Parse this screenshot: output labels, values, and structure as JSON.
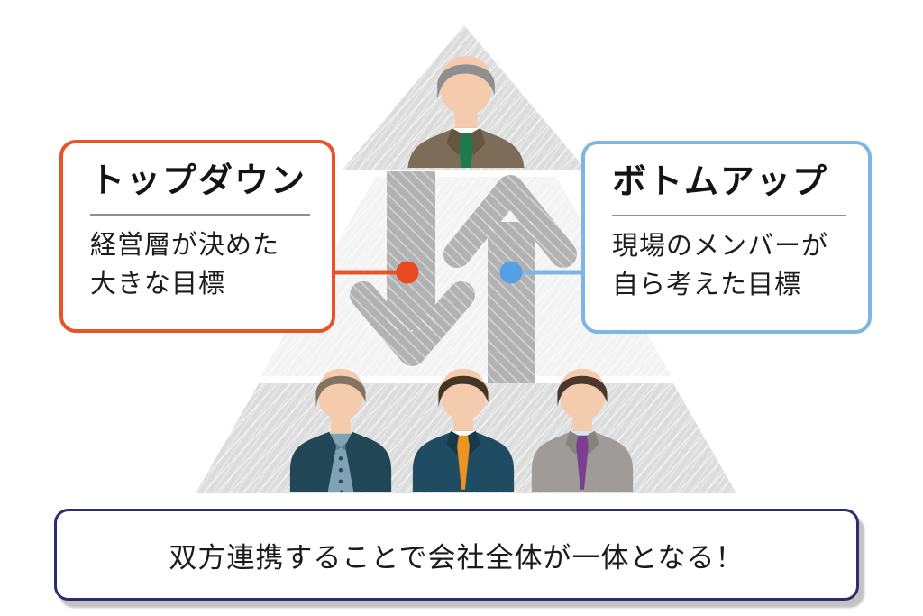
{
  "cards": {
    "top_down": {
      "title": "トップダウン",
      "line1": "経営層が決めた",
      "line2": "大きな目標",
      "accent_color": "#E8542A",
      "dot_color": "#E8491F"
    },
    "bottom_up": {
      "title": "ボトムアップ",
      "line1": "現場のメンバーが",
      "line2": "自ら考えた目標",
      "accent_color": "#7FB5E3",
      "dot_color": "#55A0E4"
    }
  },
  "banner": {
    "text": "双方連携することで会社全体が一体となる！",
    "border_color": "#2E2C6B"
  },
  "pyramid": {
    "segment_color_top": "#dcdcdc",
    "segment_color_middle": "#f3f3f3",
    "segment_color_bottom": "#dcdcdc",
    "arrow_color": "#b2b2b2"
  },
  "figures": {
    "executive": {
      "skin": "#F5CBAE",
      "hair": "#8F8F8F",
      "jacket": "#7D6C58",
      "lapel": "#665540",
      "shirt": "#FFFFFF",
      "tie": "#1E7A4B"
    },
    "employee1": {
      "skin": "#F5CBAE",
      "hair": "#847362",
      "jacket": "#214756",
      "lapel": "#18394A",
      "shirt": "#7FA3B5",
      "collar": "#5E8294",
      "button": "#2F4A56"
    },
    "employee2": {
      "skin": "#F5CBAE",
      "hair": "#463425",
      "jacket": "#1F4C63",
      "lapel": "#16394C",
      "shirt": "#FFFFFF",
      "tie": "#EC9320"
    },
    "employee3": {
      "skin": "#F5CBAE",
      "hair": "#4B382A",
      "jacket": "#9E9B98",
      "lapel": "#878480",
      "shirt": "#D5E5F2",
      "tie": "#7C3F8F"
    }
  }
}
